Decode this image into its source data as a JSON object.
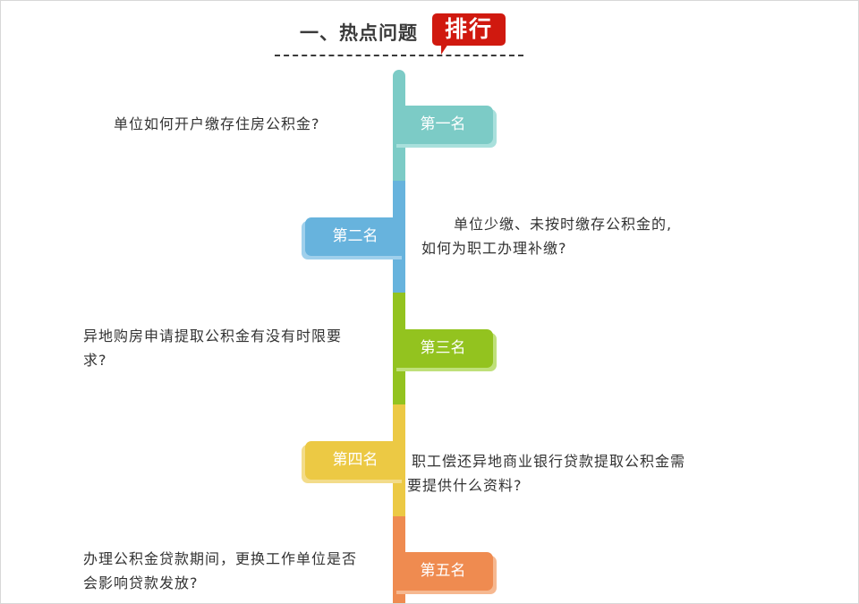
{
  "header": {
    "title": "一、热点问题",
    "badge": "排行"
  },
  "colors": {
    "rank1": "#7ccbc6",
    "rank2": "#67b3dd",
    "rank3": "#93c31f",
    "rank4": "#ecc944",
    "rank5": "#ef8b50",
    "badge": "#d0190f"
  },
  "ranks": [
    {
      "label": "第一名",
      "question": "单位如何开户缴存住房公积金?"
    },
    {
      "label": "第二名",
      "question_line1": "单位少缴、未按时缴存公积金的,",
      "question_line2": "如何为职工办理补缴?"
    },
    {
      "label": "第三名",
      "question_line1": "异地购房申请提取公积金有没有时限要",
      "question_line2": "求?"
    },
    {
      "label": "第四名",
      "question_line1": "职工偿还异地商业银行贷款提取公积金需",
      "question_line2": "要提供什么资料?"
    },
    {
      "label": "第五名",
      "question_line1": "办理公积金贷款期间，更换工作单位是否",
      "question_line2": "会影响贷款发放?"
    }
  ]
}
